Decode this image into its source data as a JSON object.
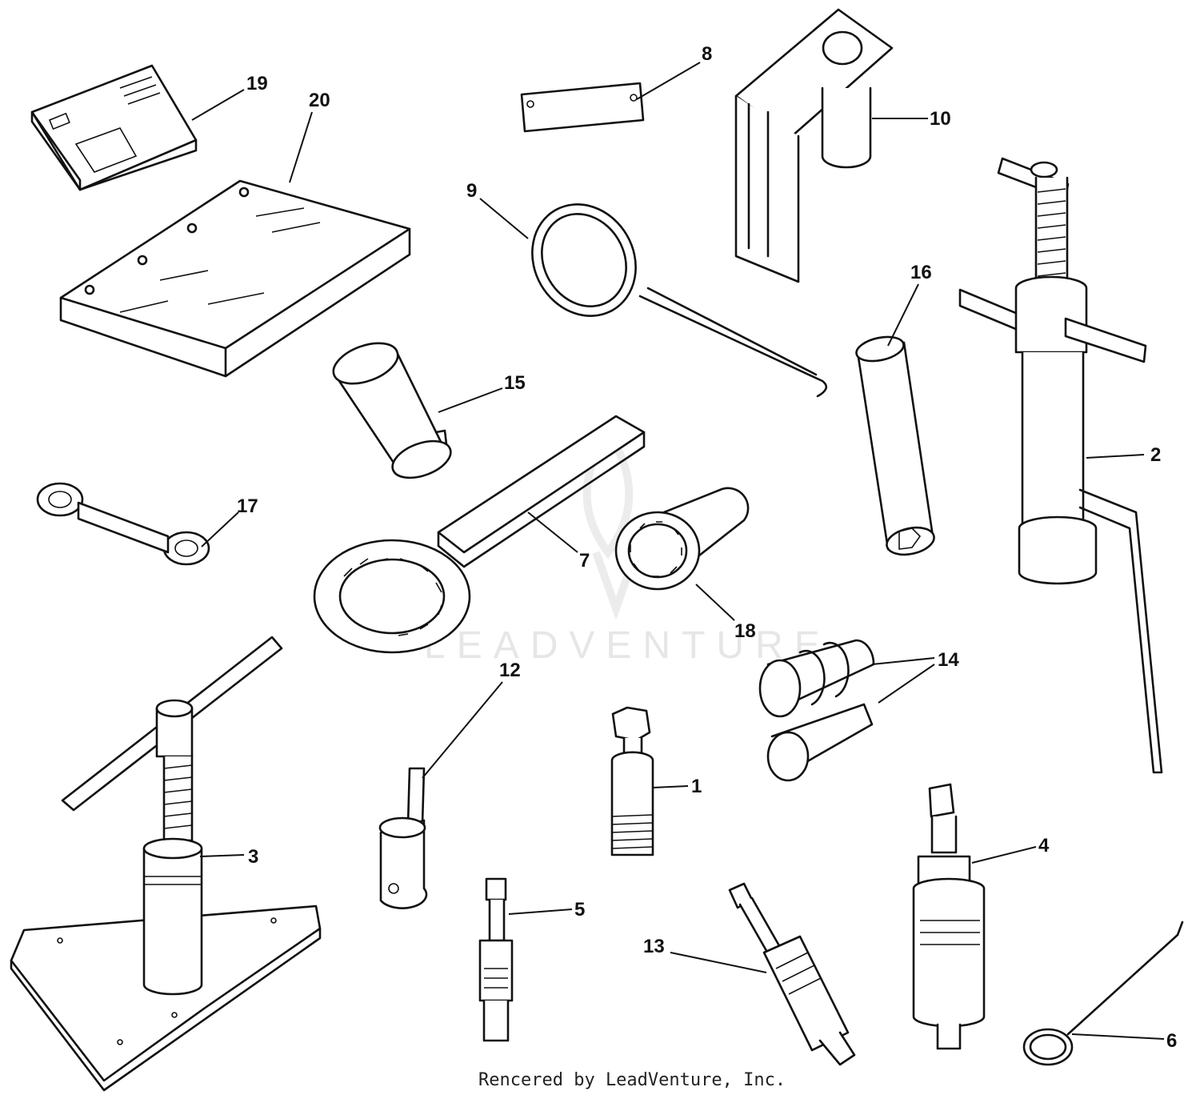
{
  "diagram": {
    "callouts": {
      "p1": "1",
      "p2": "2",
      "p3": "3",
      "p4": "4",
      "p5": "5",
      "p6": "6",
      "p7": "7",
      "p8": "8",
      "p9": "9",
      "p10": "10",
      "p12": "12",
      "p13": "13",
      "p14": "14",
      "p15": "15",
      "p16": "16",
      "p17": "17",
      "p18": "18",
      "p19": "19",
      "p20": "20"
    },
    "watermark": "LEADVENTURE",
    "credit": "Rencered by LeadVenture, Inc."
  },
  "colors": {
    "ink": "#111111",
    "paper": "#ffffff",
    "watermark": "#e6e6e6"
  },
  "icons": [
    "flame-watermark-icon"
  ]
}
